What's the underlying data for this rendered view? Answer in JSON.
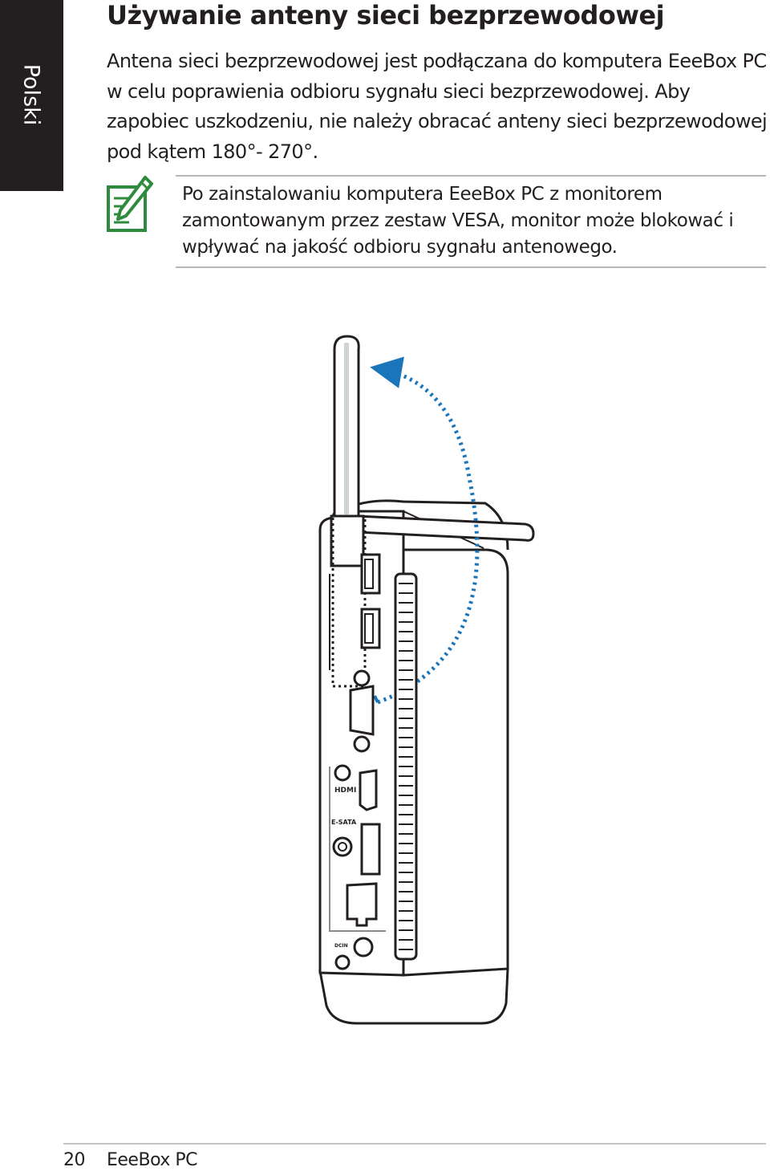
{
  "side_tab": {
    "label": "Polski"
  },
  "title": "Używanie anteny sieci bezprzewodowej",
  "intro": "Antena sieci bezprzewodowej jest podłączana do komputera EeeBox PC w celu poprawienia odbioru sygnału sieci bezprzewodowej. Aby zapobiec uszkodzeniu, nie należy obracać anteny sieci bezprzewodowej pod kątem 180°- 270°.",
  "note": {
    "icon": "note-pencil-icon",
    "text": "Po zainstalowaniu komputera EeeBox PC z monitorem zamontowanym przez zestaw VESA, monitor może blokować i wpływać na jakość odbioru sygnału antenowego."
  },
  "illustration": {
    "port_labels": {
      "hdmi": "HDMI",
      "esata": "E-SATA",
      "dcin": "DCIN"
    },
    "colors": {
      "arrow": "#1b75bb",
      "line": "#231f20",
      "accent": "#2e8b3e"
    }
  },
  "footer": {
    "page_number": "20",
    "title": "EeeBox PC"
  }
}
